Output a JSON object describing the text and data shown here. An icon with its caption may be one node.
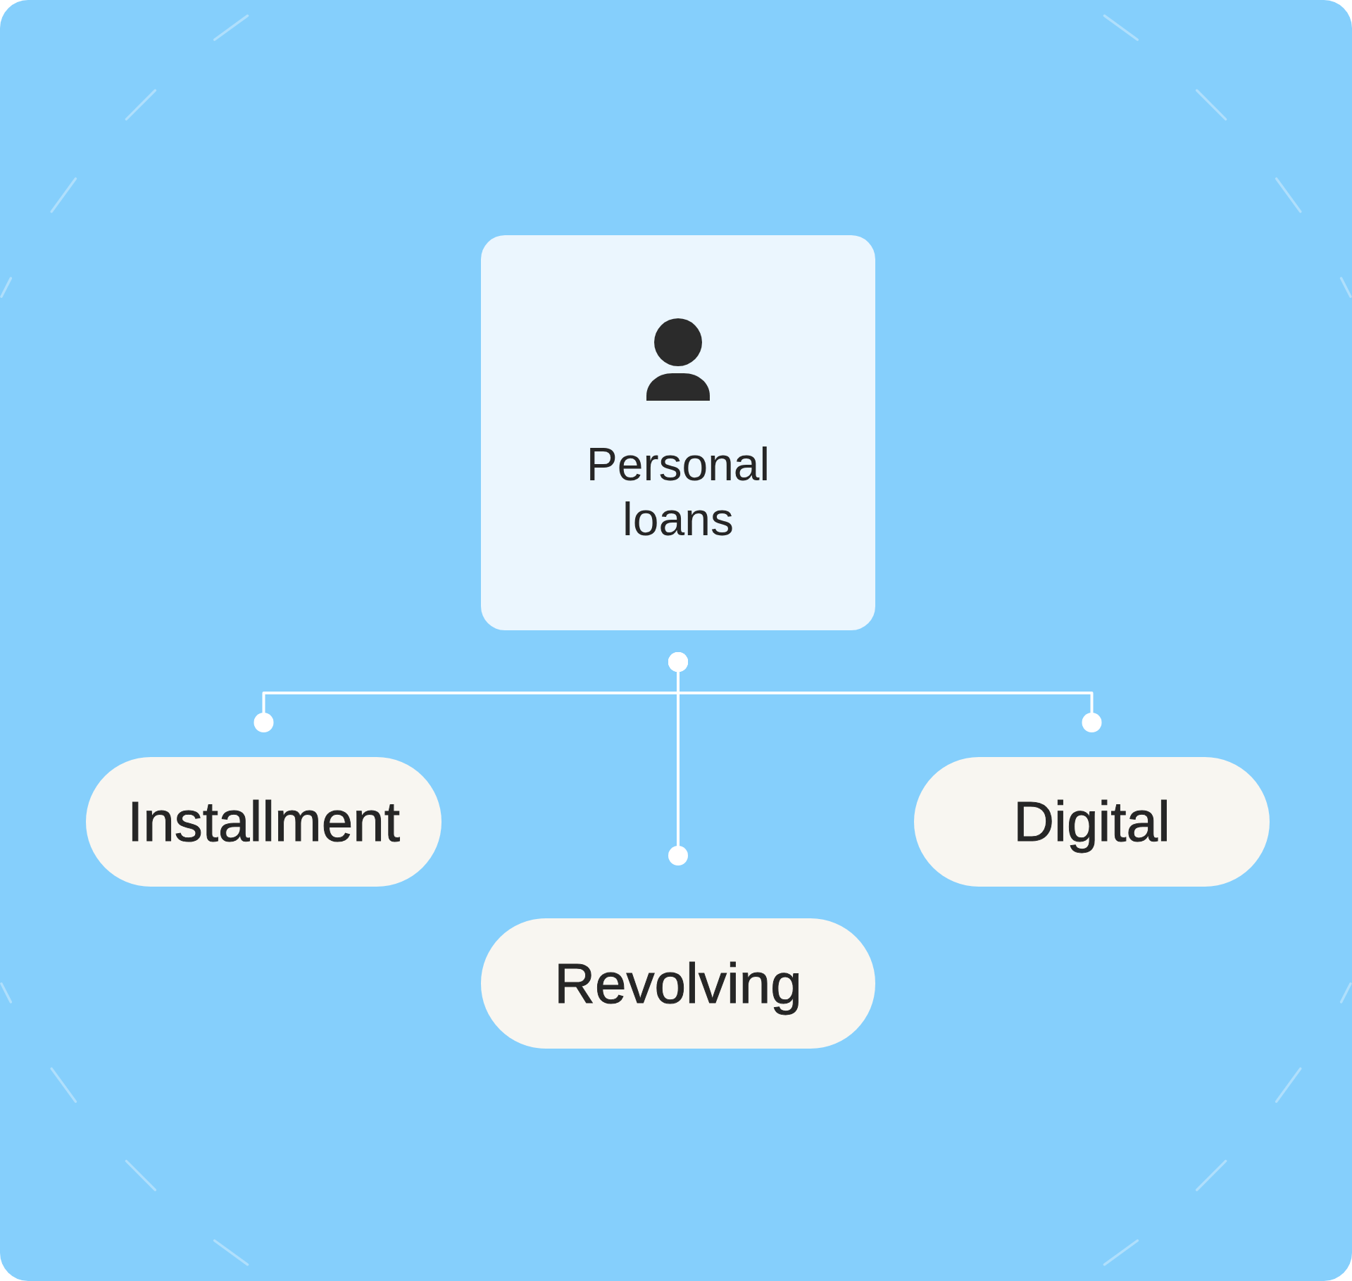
{
  "diagram": {
    "nodes": [
      {
        "text": [
          "Personal loans"
        ]
      },
      {
        "text": [
          "Installment"
        ]
      },
      {
        "text": [
          "Digital"
        ]
      },
      {
        "text": [
          "Revolving"
        ]
      }
    ],
    "edges": [
      {
        "from": 0,
        "to": 1,
        "arrow": "other"
      },
      {
        "from": 0,
        "to": 2,
        "arrow": "other"
      },
      {
        "from": 0,
        "to": 3,
        "arrow": "other"
      }
    ]
  }
}
